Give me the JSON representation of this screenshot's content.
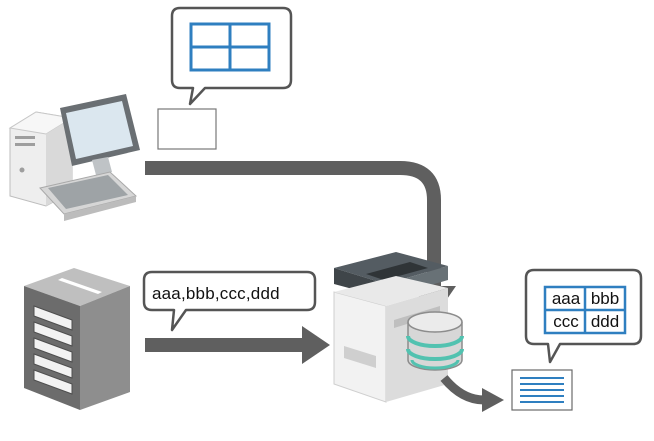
{
  "csv_bubble": {
    "text": "aaa,bbb,ccc,ddd"
  },
  "table_bubble": {
    "cells": [
      "aaa",
      "bbb",
      "ccc",
      "ddd"
    ]
  },
  "colors": {
    "arrow": "#5f5f5f",
    "table_blue": "#2f7fc0",
    "storage_teal": "#52c2b0",
    "device_dark": "#515a60",
    "doc_lines": "#2f7fc0"
  },
  "icons": {
    "computer": "desktop-computer-icon",
    "server": "server-rack-icon",
    "mfp": "multifunction-printer-icon",
    "storage": "database-icon",
    "document": "document-icon"
  }
}
